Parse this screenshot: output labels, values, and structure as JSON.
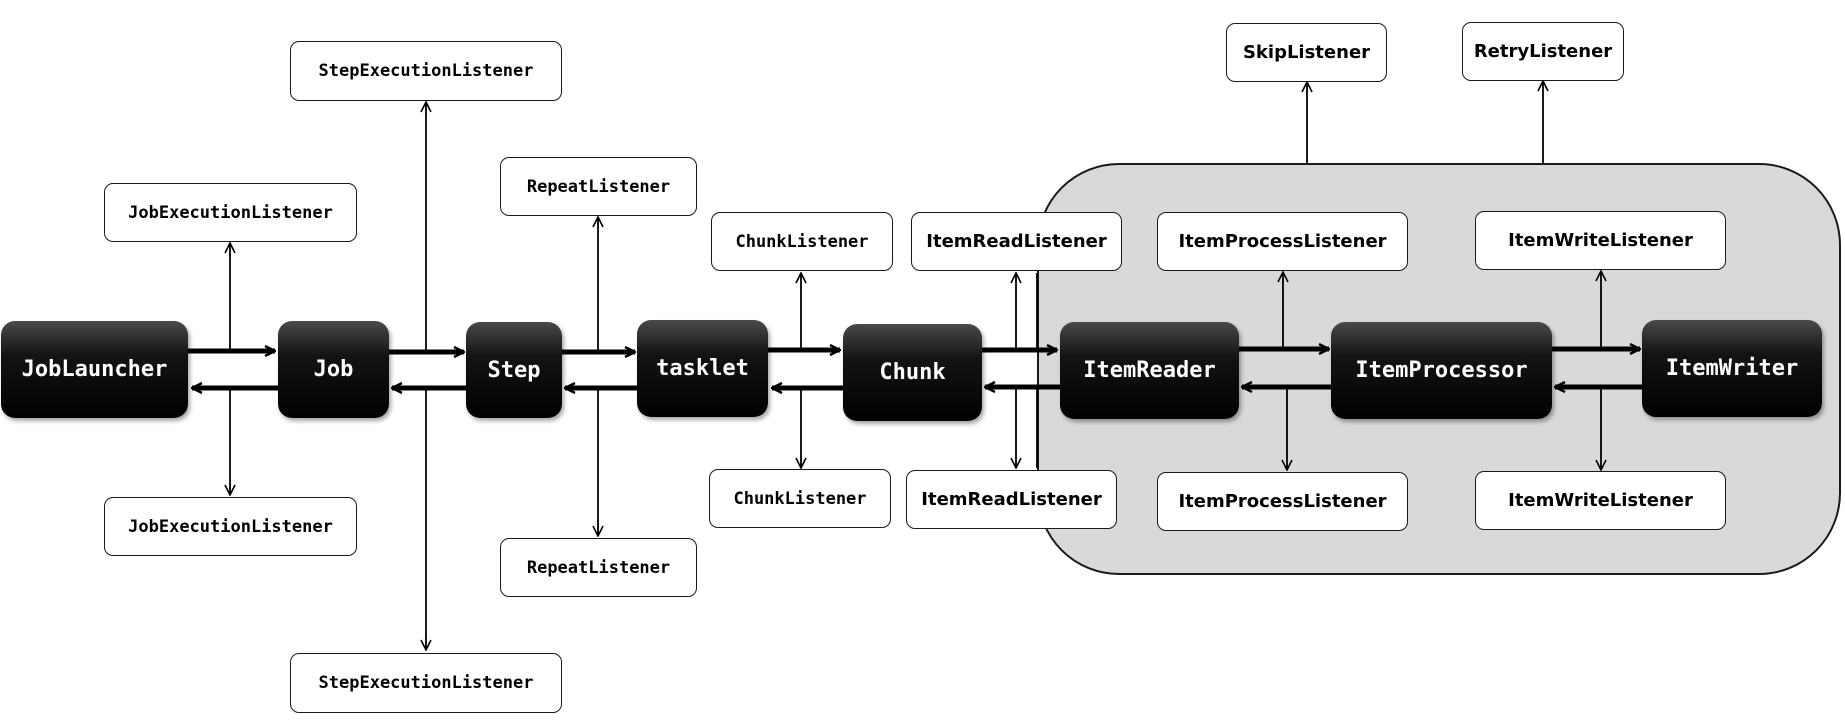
{
  "nodes": {
    "job_launcher": "JobLauncher",
    "job": "Job",
    "step": "Step",
    "tasklet": "tasklet",
    "chunk": "Chunk",
    "item_reader": "ItemReader",
    "item_processor": "ItemProcessor",
    "item_writer": "ItemWriter"
  },
  "listeners": {
    "job_execution_top": "JobExecutionListener",
    "job_execution_bottom": "JobExecutionListener",
    "step_execution_top": "StepExecutionListener",
    "step_execution_bottom": "StepExecutionListener",
    "repeat_top": "RepeatListener",
    "repeat_bottom": "RepeatListener",
    "chunk_top": "ChunkListener",
    "chunk_bottom": "ChunkListener",
    "item_read_top": "ItemReadListener",
    "item_read_bottom": "ItemReadListener",
    "item_process_top": "ItemProcessListener",
    "item_process_bottom": "ItemProcessListener",
    "item_write_top": "ItemWriteListener",
    "item_write_bottom": "ItemWriteListener",
    "skip": "SkipListener",
    "retry": "RetryListener"
  },
  "colors": {
    "node_fill": "#000000",
    "node_text": "#ffffff",
    "region_fill": "#d9d9d9",
    "line": "#000000"
  }
}
